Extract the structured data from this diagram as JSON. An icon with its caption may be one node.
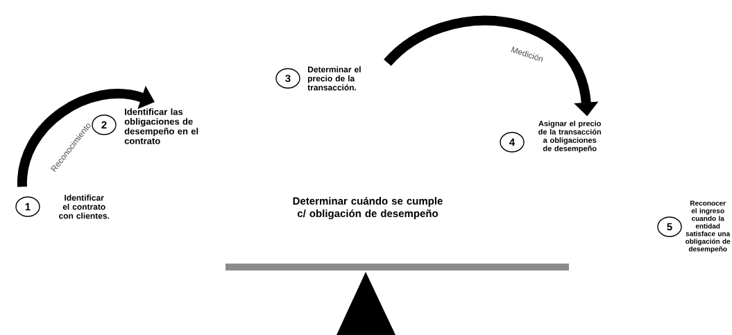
{
  "diagram": {
    "nodes": [
      {
        "text": [
          "1"
        ],
        "beside": [
          "Identificar el contrato con clientes."
        ]
      },
      {
        "text": [
          "2"
        ],
        "beside": [
          "Identificar las obligaciones de desempeño en el contrato"
        ]
      },
      {
        "text": [
          "3"
        ],
        "beside": [
          "Determinar el precio de la transacción."
        ]
      },
      {
        "text": [
          "4"
        ],
        "beside": [
          "Asignar el precio de la transacción a obligaciones de desempeño"
        ]
      },
      {
        "text": [
          "5"
        ],
        "beside": [
          "Reconocer el ingreso cuando la entidad satisface una obligación de desempeño"
        ]
      }
    ],
    "edges": [
      {
        "from": 0,
        "to": 1,
        "arrow": "to",
        "label": "Reconocimiento"
      },
      {
        "from": 2,
        "to": 3,
        "arrow": "to",
        "label": "Medición"
      }
    ],
    "labels": [
      "Determinar cuándo se cumple c/ obligación de desempeño"
    ]
  }
}
